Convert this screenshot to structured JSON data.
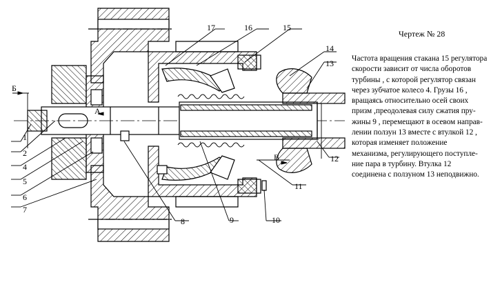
{
  "title": "Чертеж № 28",
  "description_lines": [
    "Частота вращения стакана 15 регулятора",
    "скорости зависит от числа оборотов",
    "турбины , с которой регулятор связан",
    "через зубчатое колесо  4. Грузы  16 ,",
    "вращаясь относительно осей своих",
    "призм ,преодолевая силу сжатия пру-",
    "жины  9 , перемещают в осевом направ-",
    "лении ползун 13 вместе с втулкой 12 ,",
    "которая изменяет положение",
    "механизма, регулирующего поступле-",
    "ние пара в турбину. Втулка  12",
    "соединена с ползуном  13 неподвижно."
  ],
  "part_labels": {
    "p1": "1",
    "p2": "2",
    "p4": "4",
    "p5": "5",
    "p6": "6",
    "p7": "7",
    "p8": "8",
    "p9": "9",
    "p10": "10",
    "p11": "11",
    "p12": "12",
    "p13": "13",
    "p14": "14",
    "p15": "15",
    "p16": "16",
    "p17": "17"
  },
  "section_marks": {
    "b": "Б",
    "a": "А",
    "v": "В"
  }
}
